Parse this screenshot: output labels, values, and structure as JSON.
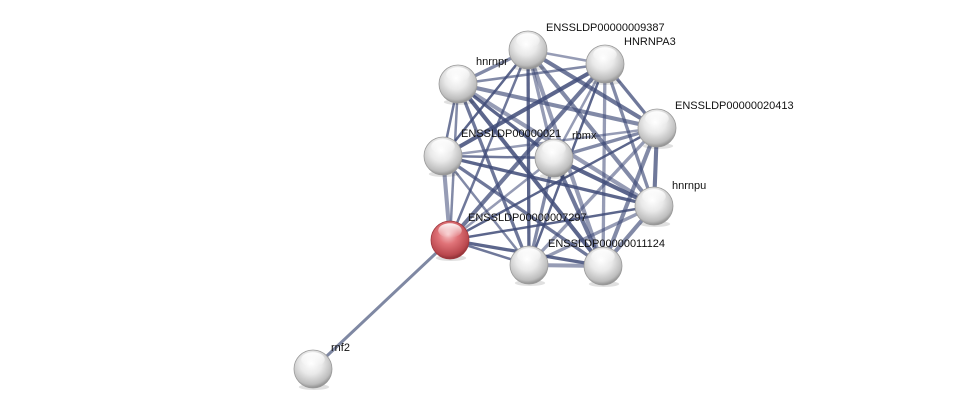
{
  "network": {
    "query_node": "ENSSLDP00000007297",
    "colors": {
      "edge": "#3f4b78",
      "edge_light": "#7f88a3",
      "node": "#e6e6e6",
      "query_node": "#d9646a"
    },
    "nodes": [
      {
        "id": "n9387",
        "label": "ENSSLDP00000009387",
        "query": false
      },
      {
        "id": "hnrnpa3",
        "label": "HNRNPA3",
        "query": false
      },
      {
        "id": "hnrnpr",
        "label": "hnrnpr",
        "query": false
      },
      {
        "id": "n20413",
        "label": "ENSSLDP00000020413",
        "query": false
      },
      {
        "id": "n21",
        "label": "ENSSLDP00000021",
        "query": false
      },
      {
        "id": "rbmx",
        "label": "rbmx",
        "query": false
      },
      {
        "id": "hnrnpu",
        "label": "hnrnpu",
        "query": false
      },
      {
        "id": "n7297",
        "label": "ENSSLDP00000007297",
        "query": true
      },
      {
        "id": "nbottom",
        "label": "",
        "query": false
      },
      {
        "id": "n11124",
        "label": "ENSSLDP00000011124",
        "query": false
      },
      {
        "id": "rnf2",
        "label": "rnf2",
        "query": false
      }
    ],
    "edges": [
      [
        "n7297",
        "rnf2"
      ]
    ]
  }
}
